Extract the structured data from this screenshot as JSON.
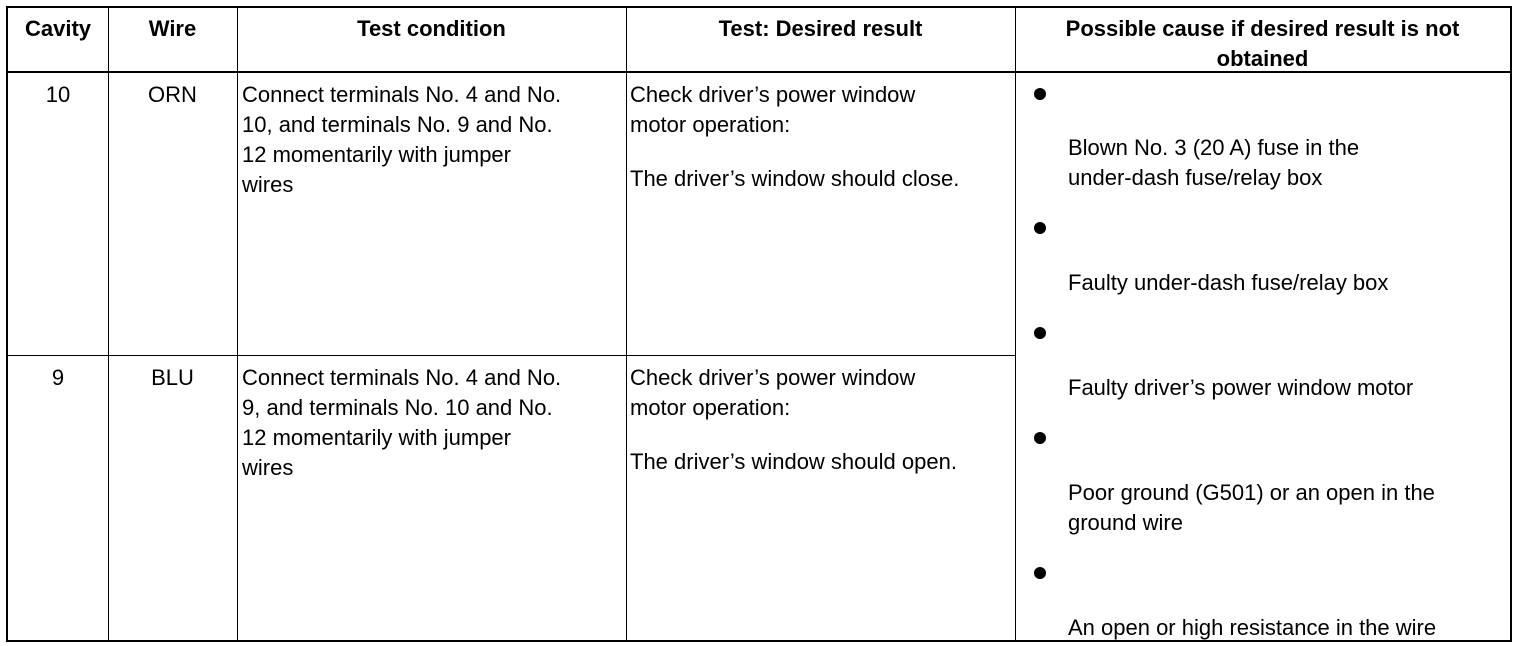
{
  "table": {
    "headers": {
      "cavity": "Cavity",
      "wire": "Wire",
      "test_condition": "Test condition",
      "desired_result": "Test: Desired result",
      "possible_cause_line1": "Possible cause if desired result is not",
      "possible_cause_line2": "obtained"
    },
    "rows": [
      {
        "cavity": "10",
        "wire": "ORN",
        "condition_lines": [
          "Connect terminals No. 4 and No.",
          "10,   and terminals No. 9 and No.",
          "12   momentarily with jumper",
          "wires"
        ],
        "result_lines": [
          "Check driver’s power window",
          "motor operation:",
          "The driver’s window should close."
        ]
      },
      {
        "cavity": "9",
        "wire": "BLU",
        "condition_lines": [
          "Connect terminals No. 4 and No.",
          "9,   and terminals No. 10 and No.",
          "12   momentarily with jumper",
          "wires"
        ],
        "result_lines": [
          "Check driver’s power window",
          "motor operation:",
          "The driver’s window should open."
        ]
      }
    ],
    "causes": [
      {
        "lines": [
          "Blown No. 3 (20 A) fuse in the",
          "under-dash fuse/relay box"
        ]
      },
      {
        "lines": [
          "Faulty under-dash fuse/relay box"
        ]
      },
      {
        "lines": [
          "Faulty driver’s power window motor"
        ]
      },
      {
        "lines": [
          "Poor ground (G501) or an open in the",
          "ground wire"
        ]
      },
      {
        "lines": [
          "An open or high resistance in the wire"
        ]
      }
    ]
  },
  "icons": {
    "bullet": "filled-circle-bullet-icon"
  }
}
